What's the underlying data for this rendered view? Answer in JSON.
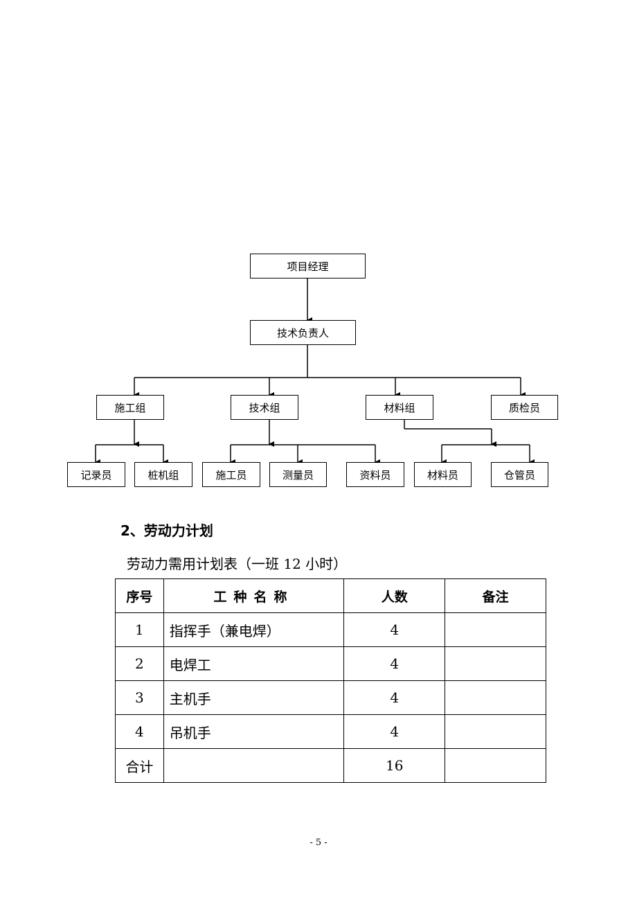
{
  "org_chart": {
    "level1": "项目经理",
    "level2": "技术负责人",
    "groups": [
      "施工组",
      "技术组",
      "材料组",
      "质检员"
    ],
    "members": [
      "记录员",
      "桩机组",
      "施工员",
      "测量员",
      "资料员",
      "材料员",
      "仓管员"
    ]
  },
  "section_heading": "2、劳动力计划",
  "table_caption": "劳动力需用计划表（一班 12 小时）",
  "table": {
    "headers": [
      "序号",
      "工种名称",
      "人数",
      "备注"
    ],
    "rows": [
      {
        "no": "1",
        "name": "指挥手（兼电焊）",
        "count": "4",
        "note": ""
      },
      {
        "no": "2",
        "name": "电焊工",
        "count": "4",
        "note": ""
      },
      {
        "no": "3",
        "name": "主机手",
        "count": "4",
        "note": ""
      },
      {
        "no": "4",
        "name": "吊机手",
        "count": "4",
        "note": ""
      }
    ],
    "total": {
      "label": "合计",
      "name": "",
      "count": "16",
      "note": ""
    }
  },
  "page_number": "- 5 -"
}
